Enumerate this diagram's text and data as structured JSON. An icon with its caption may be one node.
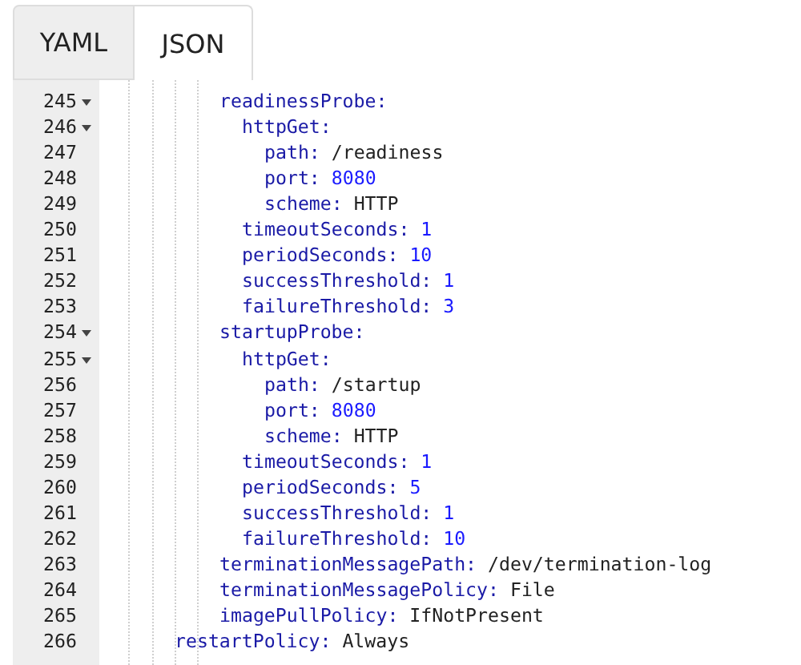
{
  "diagram": {
    "labels": [
      "YAML",
      "JSON",
      "245",
      "readinessProbe:",
      "246",
      "httpGet:",
      "247",
      "path:",
      "/readiness",
      "248",
      "port:",
      "8080",
      "249",
      "scheme:",
      "HTTP",
      "250",
      "timeoutSeconds:",
      "1",
      "251",
      "periodSeconds:",
      "10",
      "252",
      "successThreshold:",
      "1",
      "253",
      "failureThreshold:",
      "3",
      "254",
      "startupProbe:",
      "255",
      "httpGet:",
      "256",
      "path:",
      "/startup",
      "257",
      "port:",
      "8080",
      "258",
      "scheme:",
      "HTTP",
      "259",
      "timeoutSeconds:",
      "1",
      "260",
      "periodSeconds:",
      "5",
      "261",
      "successThreshold:",
      "1",
      "262",
      "failureThreshold:",
      "10",
      "263",
      "terminationMessagePath:",
      "/dev/termination-log",
      "264",
      "terminationMessagePolicy:",
      "File",
      "265",
      "imagePullPolicy:",
      "IfNotPresent",
      "266",
      "restartPolicy:",
      "Always"
    ]
  }
}
